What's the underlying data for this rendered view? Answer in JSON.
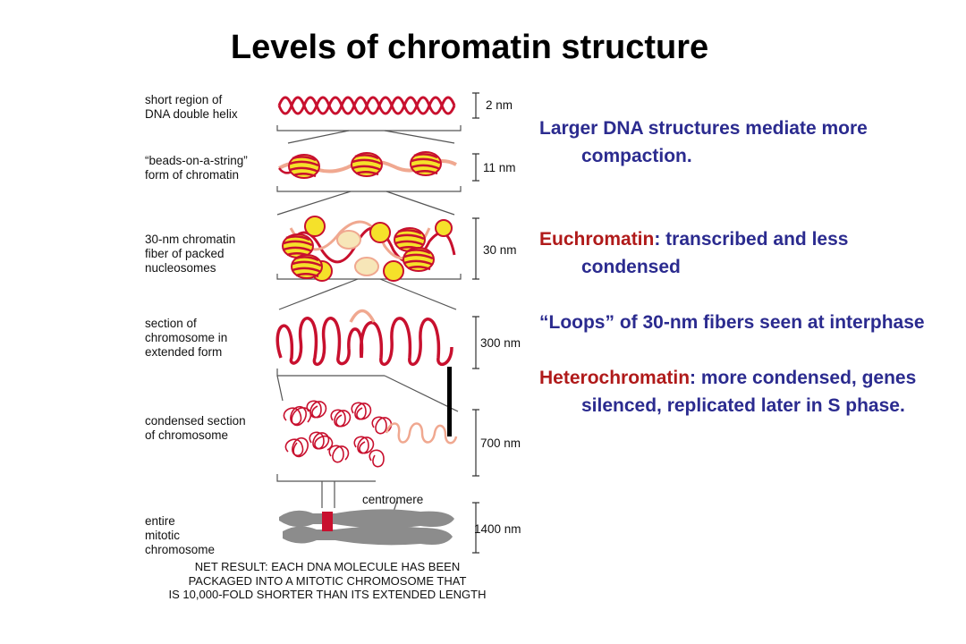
{
  "title": "Levels of chromatin structure",
  "labels": [
    {
      "text": "short region of\nDNA double helix"
    },
    {
      "text": "“beads-on-a-string”\nform of chromatin"
    },
    {
      "text": "30-nm chromatin\nfiber of packed\nnucleosomes"
    },
    {
      "text": "section of\nchromosome in\nextended form"
    },
    {
      "text": "condensed section\nof chromosome"
    },
    {
      "text": "entire\nmitotic\nchromosome"
    }
  ],
  "scales": [
    "2 nm",
    "11 nm",
    "30 nm",
    "300 nm",
    "700 nm",
    "1400 nm"
  ],
  "centromere_label": "centromere",
  "net_result": "NET RESULT: EACH DNA MOLECULE HAS BEEN\nPACKAGED INTO A MITOTIC CHROMOSOME THAT\nIS 10,000-FOLD SHORTER THAN ITS EXTENDED LENGTH",
  "bullets": [
    {
      "highlight": "",
      "text": "Larger DNA structures mediate more compaction."
    },
    {
      "highlight": "Euchromatin",
      "text": ": transcribed and less condensed"
    },
    {
      "highlight": "",
      "text": "“Loops” of 30-nm fibers seen at interphase"
    },
    {
      "highlight": "Heterochromatin",
      "text": ": more condensed, genes silenced, replicated later in S phase."
    }
  ],
  "colors": {
    "dna": "#c8102e",
    "histone": "#f5e12a",
    "linker": "#f0a890",
    "chromosome": "#8c8c8c",
    "text_blue": "#2b2b8f",
    "text_red": "#b01a1a"
  }
}
